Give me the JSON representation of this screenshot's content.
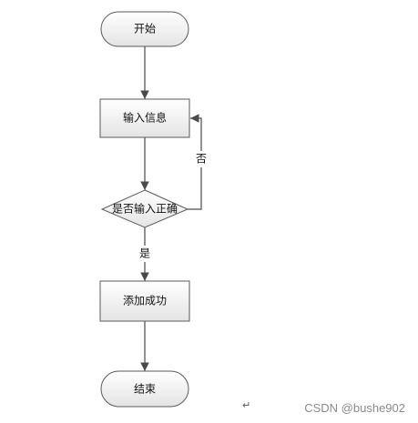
{
  "colors": {
    "shape_fill_top": "#ffffff",
    "shape_fill_bottom": "#e4e4e4",
    "stroke": "#5a5a5a",
    "arrow": "#4a4a4a",
    "text": "#111111",
    "watermark": "#8a8a8a"
  },
  "nodes": {
    "start": {
      "label": "开始",
      "shape": "terminator"
    },
    "input": {
      "label": "输入信息",
      "shape": "process"
    },
    "decision": {
      "label": "是否输入正确",
      "shape": "decision"
    },
    "success": {
      "label": "添加成功",
      "shape": "process"
    },
    "end": {
      "label": "结束",
      "shape": "terminator"
    }
  },
  "edges": {
    "start_to_input": {
      "from": "开始",
      "to": "输入信息",
      "label": ""
    },
    "input_to_decision": {
      "from": "输入信息",
      "to": "是否输入正确",
      "label": ""
    },
    "decision_no": {
      "from": "是否输入正确",
      "to": "输入信息",
      "label": "否"
    },
    "decision_yes": {
      "from": "是否输入正确",
      "to": "添加成功",
      "label": "是"
    },
    "success_to_end": {
      "from": "添加成功",
      "to": "结束",
      "label": ""
    }
  },
  "paragraph_mark": "↵",
  "watermark": "CSDN @bushe902"
}
